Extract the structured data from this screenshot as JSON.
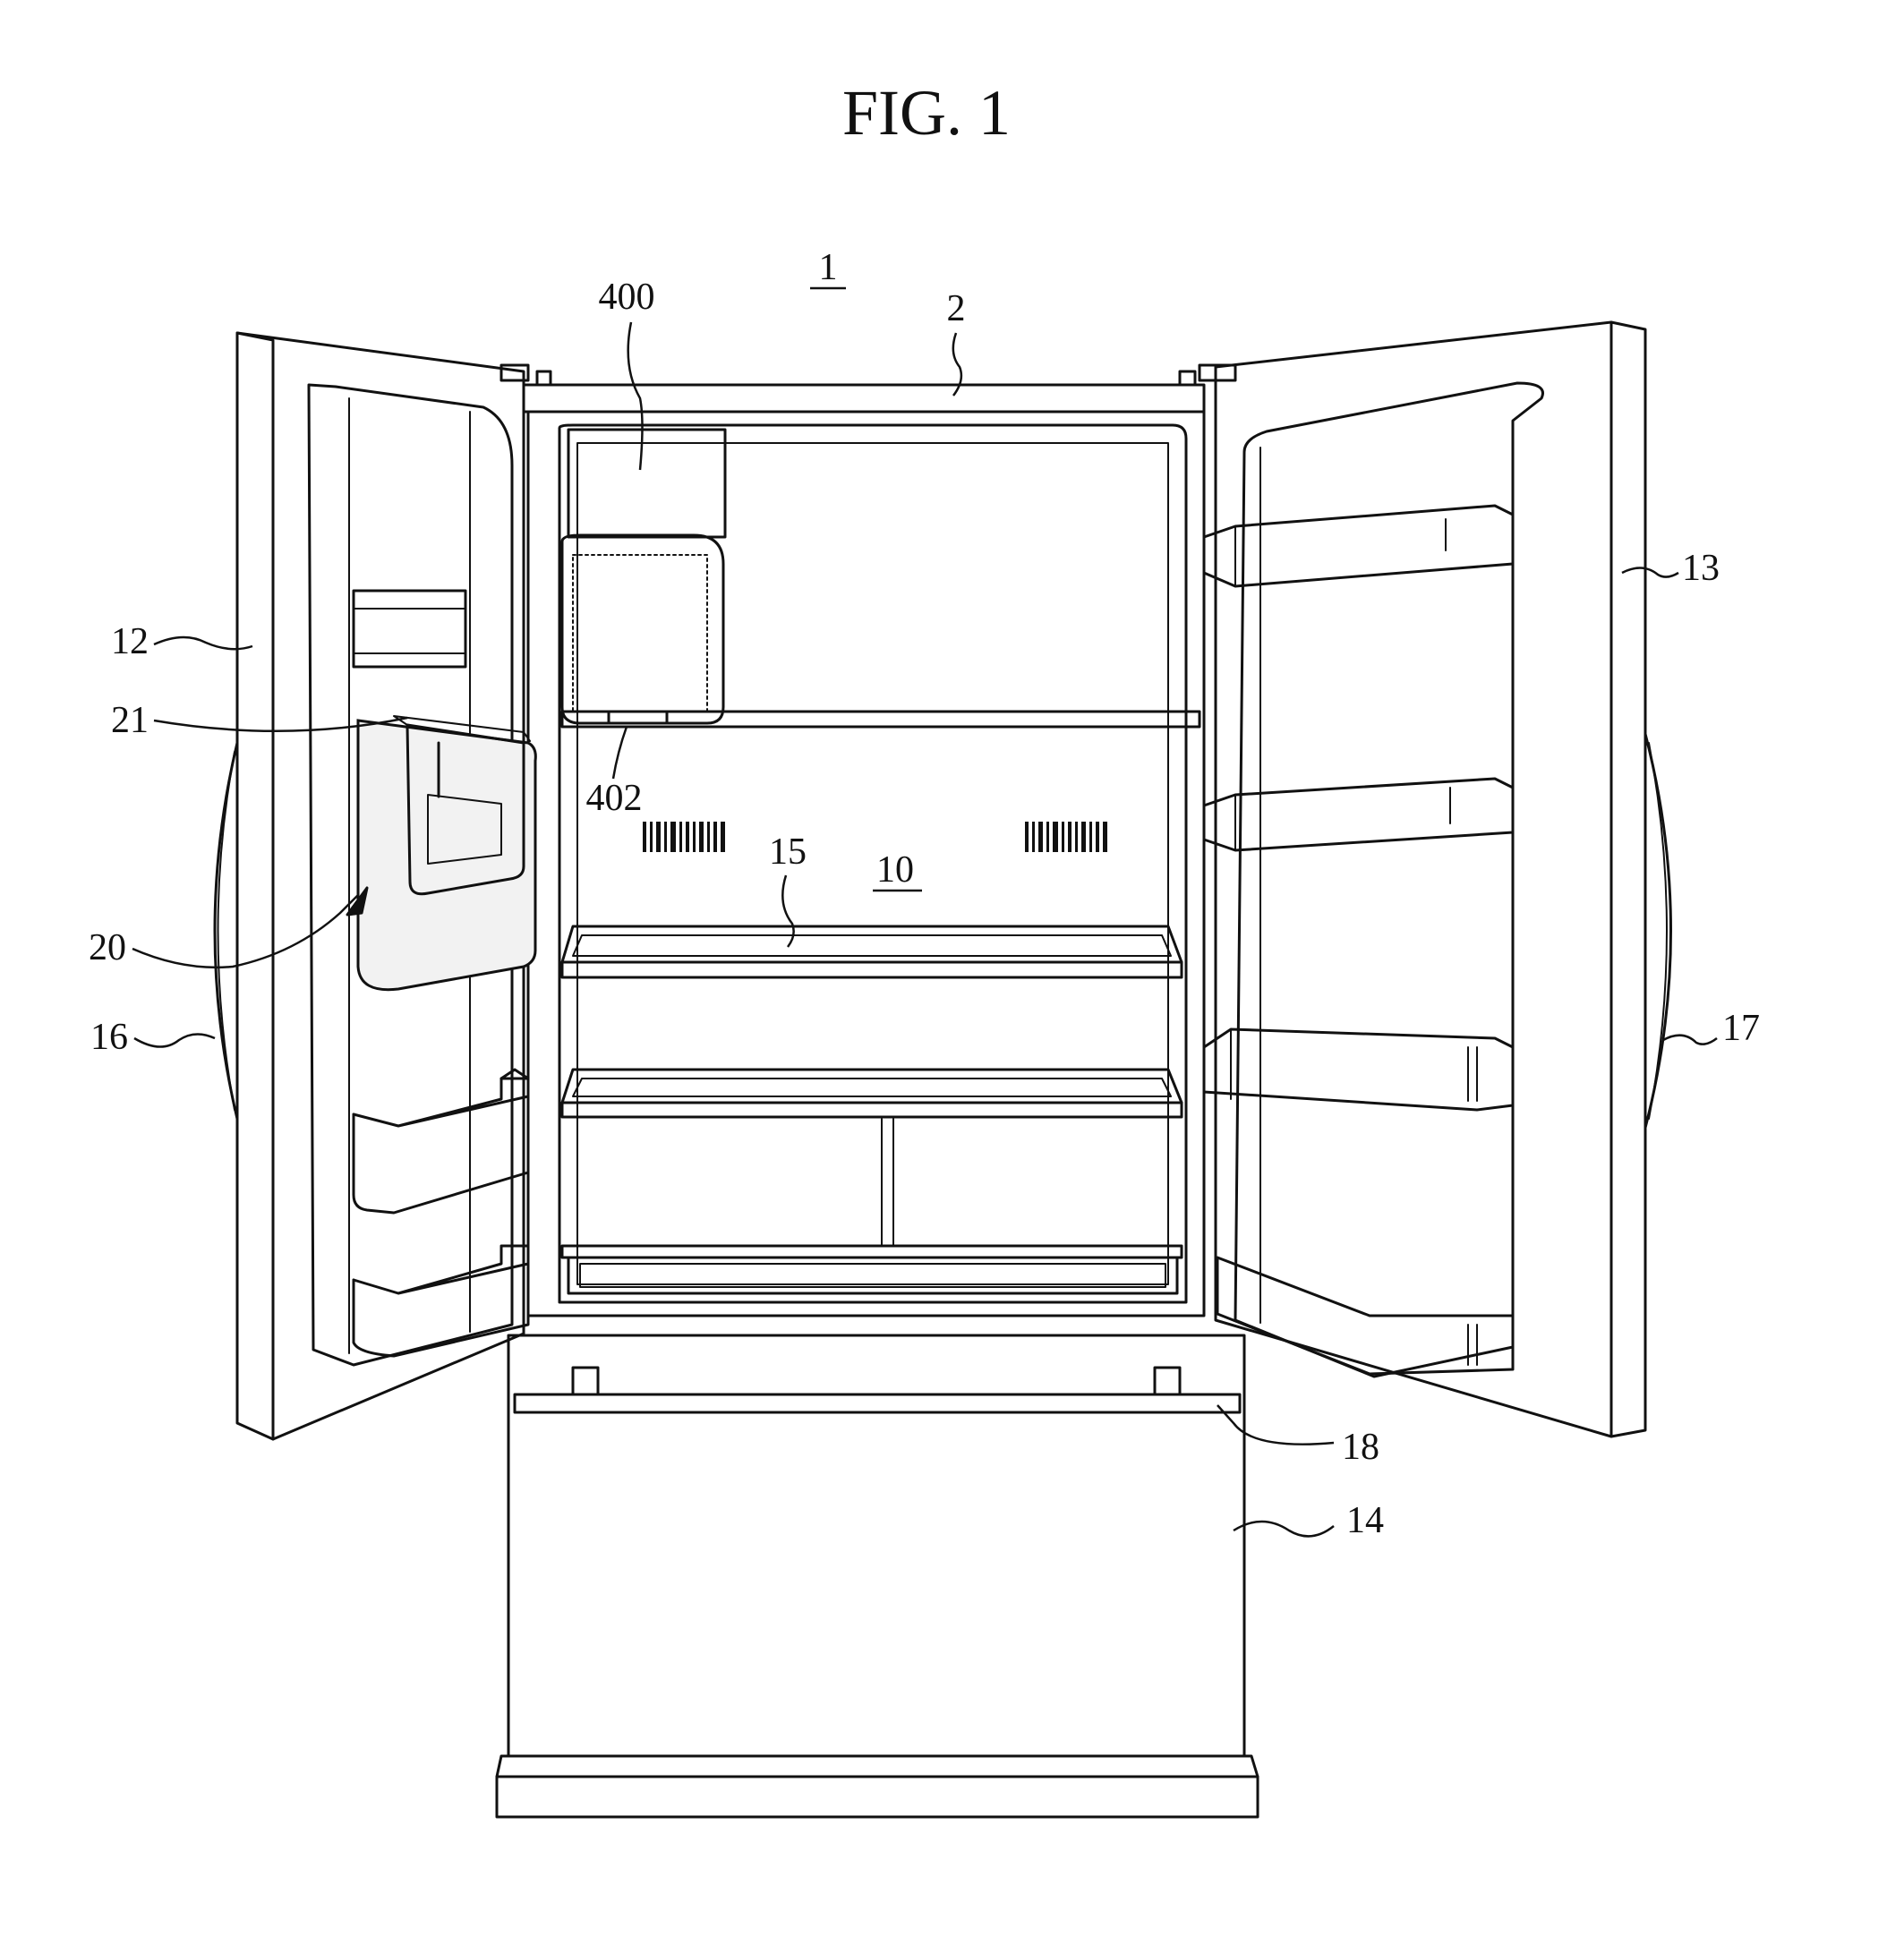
{
  "figure_title": "FIG. 1",
  "labels": {
    "ref_1": "1",
    "ref_2": "2",
    "ref_400": "400",
    "ref_402": "402",
    "ref_10": "10",
    "ref_12": "12",
    "ref_13": "13",
    "ref_14": "14",
    "ref_15": "15",
    "ref_16": "16",
    "ref_17": "17",
    "ref_18": "18",
    "ref_20": "20",
    "ref_21": "21"
  }
}
